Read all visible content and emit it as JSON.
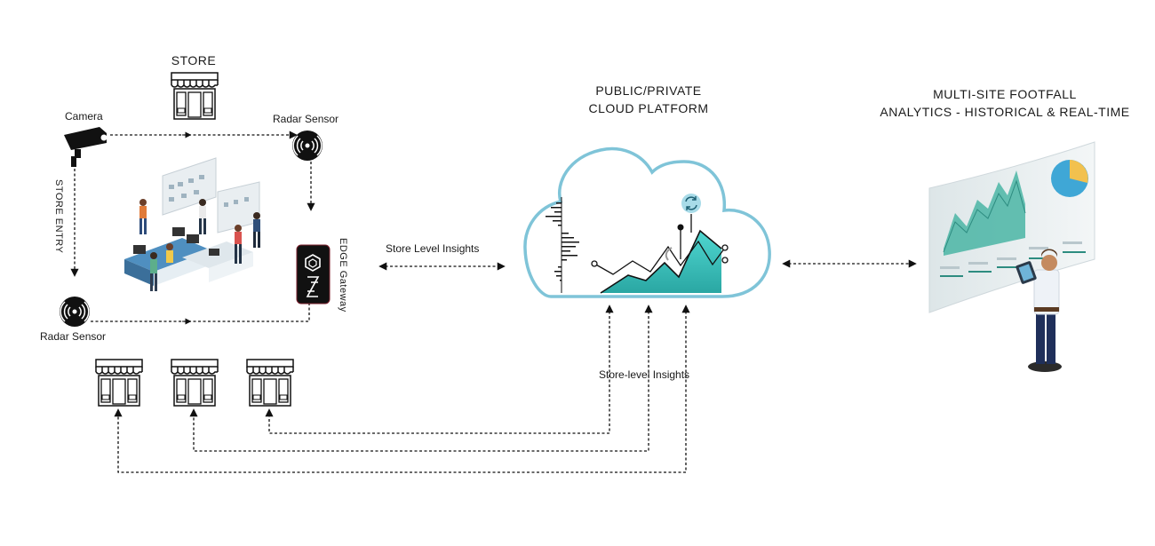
{
  "store": {
    "title": "STORE"
  },
  "camera": {
    "label": "Camera"
  },
  "radar_top": {
    "label": "Radar Sensor"
  },
  "radar_bottom": {
    "label": "Radar Sensor"
  },
  "store_entry": {
    "label": "STORE ENTRY"
  },
  "edge_gateway": {
    "label": "EDGE Gateway"
  },
  "store_level_insights": {
    "label": "Store Level Insights"
  },
  "store_level_insights_bottom": {
    "label": "Store-level Insights"
  },
  "cloud": {
    "line1": "PUBLIC/PRIVATE",
    "line2": "CLOUD PLATFORM"
  },
  "analytics": {
    "line1": "MULTI-SITE FOOTFALL",
    "line2": "ANALYTICS - HISTORICAL & REAL-TIME"
  },
  "colors": {
    "cloud_stroke": "#7fc4d8",
    "chart_fill": "#3ec7c2",
    "dashboard": "#4ab5a5"
  }
}
